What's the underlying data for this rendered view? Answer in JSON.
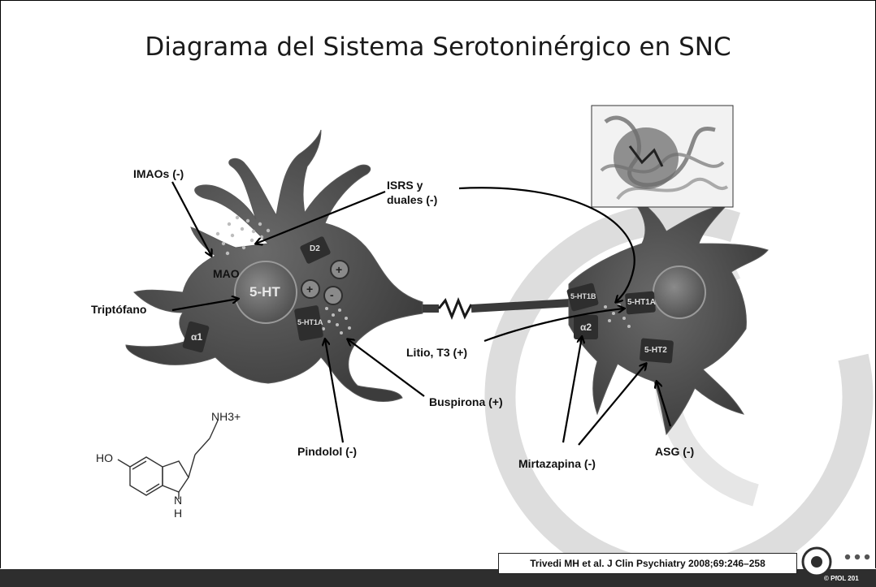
{
  "title": "Diagrama del Sistema Serotoninérgico en SNC",
  "labels": {
    "imaos": "IMAOs (-)",
    "mao": "MAO",
    "triptofano": "Triptófano",
    "isrs": "ISRS y duales (-)",
    "litio": "Litio, T3 (+)",
    "buspirona": "Buspirona (+)",
    "pindolol": "Pindolol (-)",
    "mirtazapina": "Mirtazapina (-)",
    "asg": "ASG (-)"
  },
  "receptors": {
    "five_ht": "5-HT",
    "d2": "D2",
    "ht1a_pre": "5-HT1A",
    "alpha1": "α1",
    "ht1b": "5-HT1B",
    "ht1a_post": "5-HT1A",
    "alpha2": "α2",
    "ht2": "5-HT2",
    "plus": "+",
    "minus": "-"
  },
  "molecule": {
    "nh3": "NH3+",
    "ho": "HO",
    "nh": "N",
    "h": "H"
  },
  "citation": "Trivedi MH et al. J Clin Psychiatry 2008;69:246–258",
  "copyright": "© PfOL 201",
  "colors": {
    "neuron": "#4a4a4a",
    "accent_ring": "#dcdcdc",
    "footer": "#2e2e2e"
  }
}
